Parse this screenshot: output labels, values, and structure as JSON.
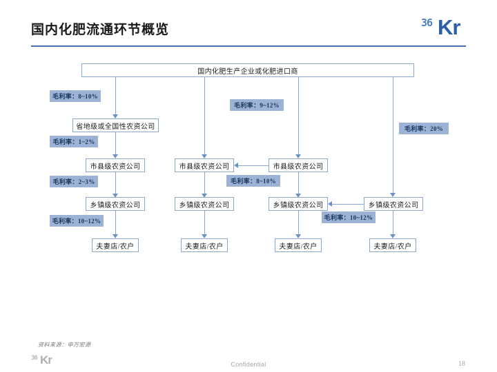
{
  "header": {
    "title": "国内化肥流通环节概览",
    "logo_36": "36",
    "logo_kr": "Kr"
  },
  "diagram": {
    "top_box": "国内化肥生产企业或化肥进口商",
    "boxes": {
      "c1_provincial": "省地级或全国性农资公司",
      "c1_city": "市县级农资公司",
      "c1_town": "乡镇级农资公司",
      "c1_store": "夫妻店/农户",
      "c2_city": "市县级农资公司",
      "c2_town": "乡镇级农资公司",
      "c2_store": "夫妻店/农户",
      "c3_city": "市县级农资公司",
      "c3_town": "乡镇级农资公司",
      "c3_store": "夫妻店/农户",
      "c4_town": "乡镇级农资公司",
      "c4_store": "夫妻店/农户"
    },
    "margins": {
      "m1": "毛利率：8~10%",
      "m2": "毛利率：1~2%",
      "m3": "毛利率：2~3%",
      "m4": "毛利率：10~12%",
      "m5": "毛利率：9~12%",
      "m6": "毛利率：8~10%",
      "m7": "毛利率：20%",
      "m8": "毛利率：10~12%"
    }
  },
  "footer": {
    "source": "资料来源：申万宏源",
    "confidential": "Confidential",
    "page_number": "18",
    "logo_36": "36",
    "logo_kr": "Kr"
  },
  "colors": {
    "accent_blue": "#4472a8",
    "box_border": "#8aa8cd",
    "tag_bg": "#9cb3d6",
    "tag_text": "#17365d",
    "connector": "#6c92c4"
  }
}
